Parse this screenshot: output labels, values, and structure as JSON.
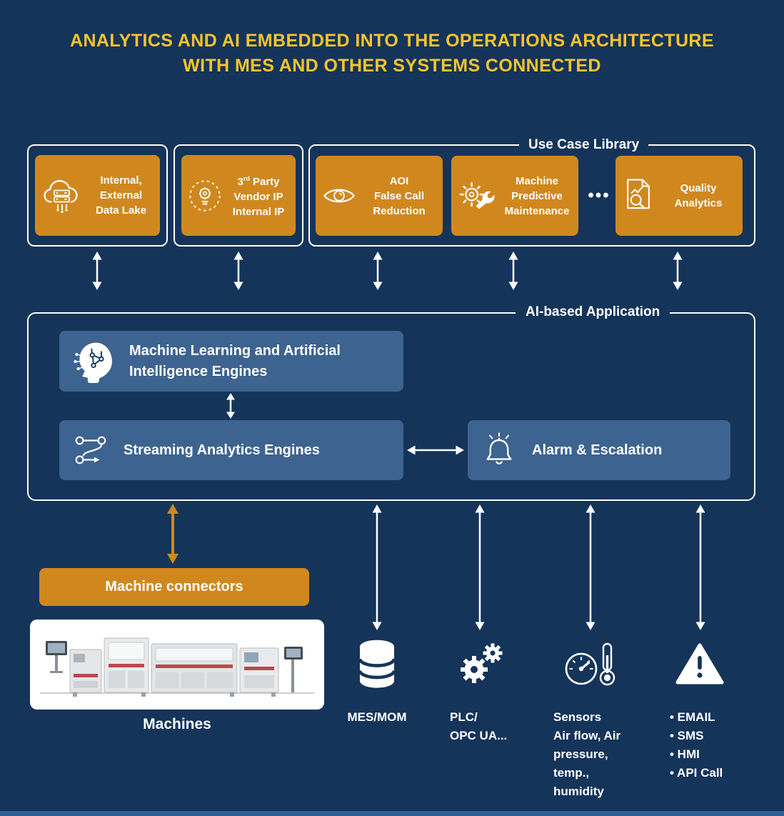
{
  "title": {
    "line1": "ANALYTICS AND AI EMBEDDED INTO THE OPERATIONS ARCHITECTURE",
    "line2": "WITH MES AND OTHER SYSTEMS CONNECTED"
  },
  "colors": {
    "background": "#15345A",
    "orange": "#D0881E",
    "panel_blue": "#3D6390",
    "title_yellow": "#F7C52D"
  },
  "top_row": {
    "data_lake": {
      "icon": "cloud-data-lake-icon",
      "lines": [
        "Internal,",
        "External",
        "Data Lake"
      ]
    },
    "vendor_ip": {
      "icon": "idea-lightbulb-icon",
      "num": "3",
      "sup": "rd",
      "rest": " Party",
      "line2": "Vendor IP",
      "line3": "Internal IP"
    },
    "use_case_library": {
      "label": "Use Case Library",
      "ellipsis": "•••",
      "cases": [
        {
          "icon": "eye-inspection-icon",
          "lines": [
            "AOI",
            "False Call",
            "Reduction"
          ]
        },
        {
          "icon": "gear-wrench-icon",
          "lines": [
            "Machine",
            "Predictive",
            "Maintenance"
          ]
        },
        {
          "icon": "document-magnifier-icon",
          "lines": [
            "Quality",
            "Analytics"
          ]
        }
      ]
    }
  },
  "ai_application": {
    "label": "AI-based Application",
    "ml_lines": [
      "Machine Learning and Artificial",
      "Intelligence Engines"
    ],
    "streaming_label": "Streaming Analytics Engines",
    "alarm_label": "Alarm & Escalation"
  },
  "machine_connectors_label": "Machine connectors",
  "machines_label": "Machines",
  "bottom": {
    "mes": {
      "icon": "database-icon",
      "label": "MES/MOM"
    },
    "plc": {
      "icon": "gears-icon",
      "lines": [
        "PLC/",
        "OPC UA..."
      ]
    },
    "sensors": {
      "icon": "gauge-thermometer-icon",
      "lines": [
        "Sensors",
        "Air flow, Air",
        "pressure,",
        "temp.,",
        "humidity"
      ]
    },
    "alerts": {
      "icon": "warning-triangle-icon",
      "items": [
        "• EMAIL",
        "• SMS",
        "• HMI",
        "• API Call"
      ]
    }
  }
}
